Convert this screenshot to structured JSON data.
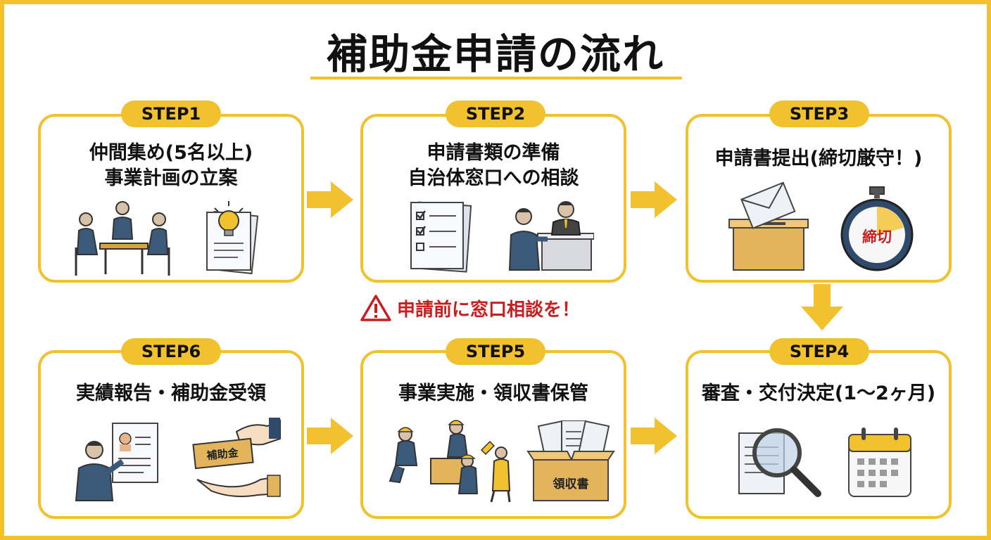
{
  "title": "補助金申請の流れ",
  "steps": [
    {
      "label": "STEP1",
      "lines": [
        "仲間集め(5名以上)",
        "事業計画の立案"
      ]
    },
    {
      "label": "STEP2",
      "lines": [
        "申請書類の準備",
        "自治体窓口への相談"
      ]
    },
    {
      "label": "STEP3",
      "lines": [
        "申請書提出(締切厳守！)"
      ],
      "deadline_label": "締切"
    },
    {
      "label": "STEP4",
      "lines": [
        "審査・交付決定(1〜2ヶ月)"
      ]
    },
    {
      "label": "STEP5",
      "lines": [
        "事業実施・領収書保管"
      ],
      "box_label": "領収書"
    },
    {
      "label": "STEP6",
      "lines": [
        "実績報告・補助金受領"
      ],
      "money_label": "補助金"
    }
  ],
  "warning": "申請前に窓口相談を！",
  "colors": {
    "accent": "#F2C12E",
    "warning": "#C71F1F",
    "navy": "#3B5A7A"
  }
}
